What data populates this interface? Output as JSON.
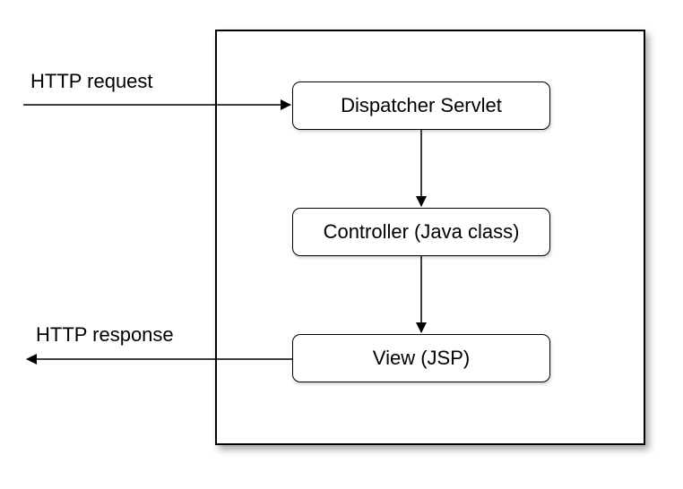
{
  "diagram": {
    "nodes": [
      {
        "id": "dispatcher",
        "label": "Dispatcher Servlet"
      },
      {
        "id": "controller",
        "label": "Controller (Java class)"
      },
      {
        "id": "view",
        "label": "View (JSP)"
      }
    ],
    "edges": [
      {
        "from": "external",
        "to": "dispatcher",
        "label": "HTTP request"
      },
      {
        "from": "dispatcher",
        "to": "controller",
        "label": ""
      },
      {
        "from": "controller",
        "to": "view",
        "label": ""
      },
      {
        "from": "view",
        "to": "external",
        "label": "HTTP response"
      }
    ],
    "request_label": "HTTP request",
    "response_label": "HTTP response"
  }
}
